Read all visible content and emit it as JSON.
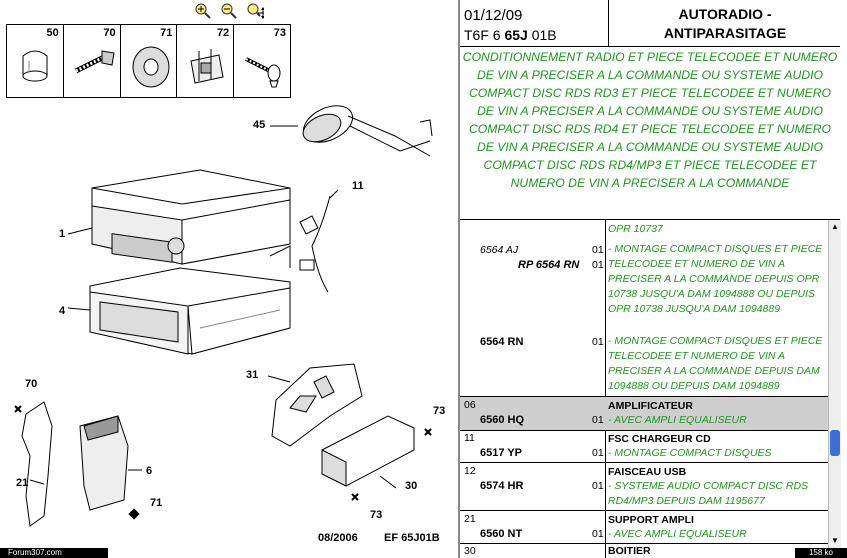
{
  "toolbar": {
    "zoom_in_icon": "zoom-in-icon",
    "zoom_out_icon": "zoom-out-icon",
    "pan_icon": "pan-icon"
  },
  "parts_box": [
    {
      "num": "50"
    },
    {
      "num": "70"
    },
    {
      "num": "71"
    },
    {
      "num": "72"
    },
    {
      "num": "73"
    }
  ],
  "diagram_labels": [
    "45",
    "11",
    "1",
    "4",
    "31",
    "70",
    "21",
    "6",
    "71",
    "73",
    "73",
    "30"
  ],
  "footer": {
    "date": "08/2006",
    "code": "EF 65J01B",
    "left_bar": "Forum307.com",
    "right_bar": "158 ko"
  },
  "header": {
    "date": "01/12/09",
    "code_prefix": "T6F 6 ",
    "code_bold": "65J",
    "code_suffix": " 01B",
    "title_line1": "AUTORADIO -",
    "title_line2": "ANTIPARASITAGE"
  },
  "condition": "CONDITIONNEMENT RADIO ET PIECE TELECODEE ET NUMERO DE VIN A PRECISER A LA COMMANDE OU SYSTEME AUDIO COMPACT DISC RDS RD3 ET PIECE TELECODEE ET NUMERO DE VIN A PRECISER A LA COMMANDE OU SYSTEME AUDIO COMPACT DISC RDS RD4 ET PIECE TELECODEE ET NUMERO DE VIN A PRECISER A LA COMMANDE OU SYSTEME AUDIO COMPACT DISC RDS RD4/MP3 ET PIECE TELECODEE ET NUMERO DE VIN A PRECISER A LA COMMANDE",
  "rows": [
    {
      "desc": "OPR 10737"
    },
    {
      "ref": "6564 AJ",
      "rp": "RP 6564 RN",
      "qty1": "01",
      "qty2": "01",
      "desc": "- MONTAGE COMPACT DISQUES ET PIECE TELECODEE ET NUMERO DE VIN A PRECISER A LA COMMANDE DEPUIS OPR 10738 JUSQU'A DAM 1094888 OU DEPUIS OPR 10738 JUSQU'A DAM 1094889"
    },
    {
      "ref": "6564 RN",
      "qty": "01",
      "desc": "- MONTAGE COMPACT DISQUES ET PIECE TELECODEE ET NUMERO DE VIN A PRECISER A LA COMMANDE DEPUIS DAM 1094888 OU DEPUIS DAM 1094889"
    },
    {
      "grp": "06",
      "ref": "6560 HQ",
      "qty": "01",
      "title": "AMPLIFICATEUR",
      "desc": "- AVEC AMPLI EQUALISEUR"
    },
    {
      "grp": "11",
      "ref": "6517 YP",
      "qty": "01",
      "title": "FSC CHARGEUR CD",
      "desc": "- MONTAGE COMPACT DISQUES"
    },
    {
      "grp": "12",
      "ref": "6574 HR",
      "qty": "01",
      "title": "FAISCEAU USB",
      "desc": "- SYSTEME AUDIO COMPACT DISC RDS RD4/MP3 DEPUIS DAM 1195677"
    },
    {
      "grp": "21",
      "ref": "6560 NT",
      "qty": "01",
      "title": "SUPPORT AMPLI",
      "desc": "- AVEC AMPLI EQUALISEUR"
    },
    {
      "grp": "30",
      "title": "BOITIER"
    }
  ]
}
